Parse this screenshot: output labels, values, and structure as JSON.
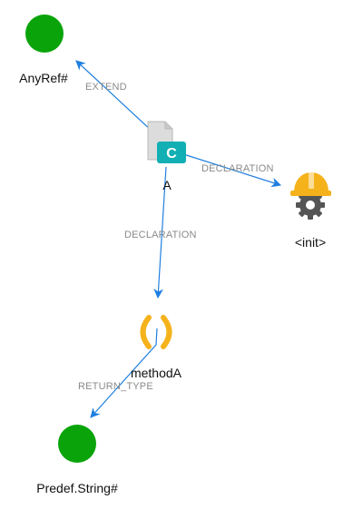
{
  "nodes": {
    "anyref": {
      "label": "AnyRef#",
      "color": "#0aa40a",
      "icon": "circle"
    },
    "class_a": {
      "label": "A",
      "badge": "C",
      "badge_color": "#12b0b4",
      "icon": "class-file-icon"
    },
    "init": {
      "label": "<init>",
      "helmet_color": "#f5b21b",
      "gear_color": "#555555",
      "icon": "constructor-icon"
    },
    "method_a": {
      "label": "methodA",
      "color": "#f5b21b",
      "icon": "method-parentheses-icon"
    },
    "predef_string": {
      "label": "Predef.String#",
      "color": "#0aa40a",
      "icon": "circle"
    }
  },
  "edges": {
    "extend": {
      "label": "EXTEND"
    },
    "declaration_init": {
      "label": "DECLARATION"
    },
    "declaration_method": {
      "label": "DECLARATION"
    },
    "return_type": {
      "label": "RETURN_TYPE"
    }
  },
  "edge_color": "#1e7fe0"
}
